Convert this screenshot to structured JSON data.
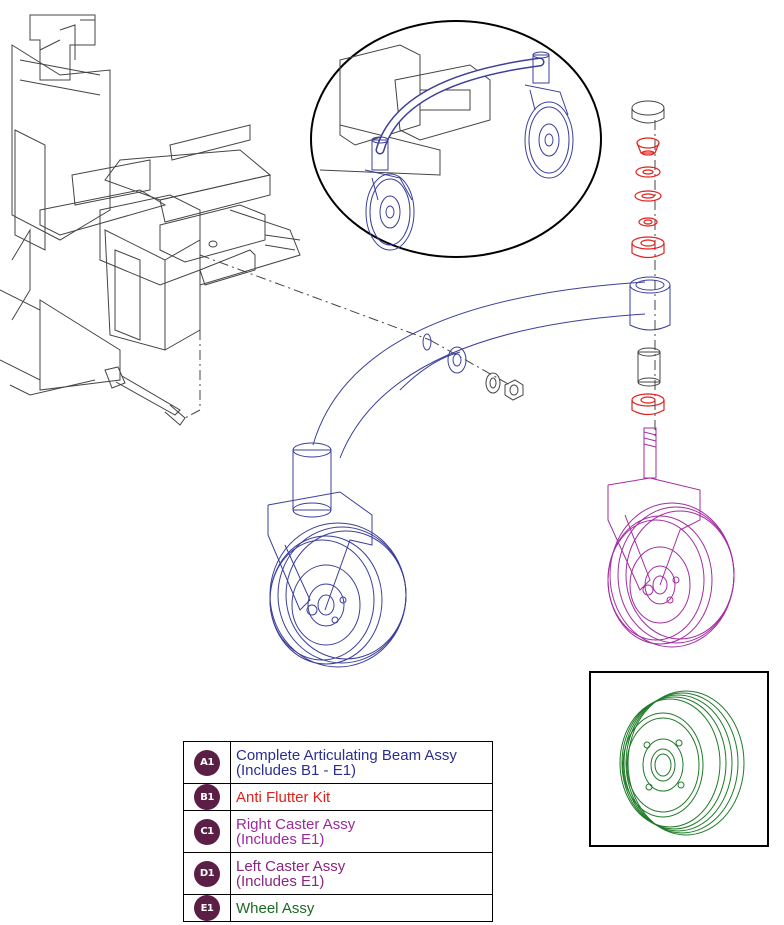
{
  "legend": {
    "items": [
      {
        "badge": "A1",
        "line1": "Complete Articulating Beam Assy",
        "line2": "(Includes B1 - E1)",
        "color": "#2b2f8f"
      },
      {
        "badge": "B1",
        "line1": "Anti Flutter Kit",
        "line2": "",
        "color": "#e0221d"
      },
      {
        "badge": "C1",
        "line1": "Right Caster Assy",
        "line2": "(Includes E1)",
        "color": "#9a2a9a"
      },
      {
        "badge": "D1",
        "line1": "Left Caster Assy",
        "line2": "(Includes E1)",
        "color": "#8a2580"
      },
      {
        "badge": "E1",
        "line1": "Wheel Assy",
        "line2": "",
        "color": "#1a6b22"
      }
    ]
  },
  "colors": {
    "beam": "#3b3f9a",
    "anti_flutter": "#e0221d",
    "right_caster": "#a32ea3",
    "wheel": "#1f7a28",
    "frame": "#444444",
    "badge": "#5b1f45"
  }
}
